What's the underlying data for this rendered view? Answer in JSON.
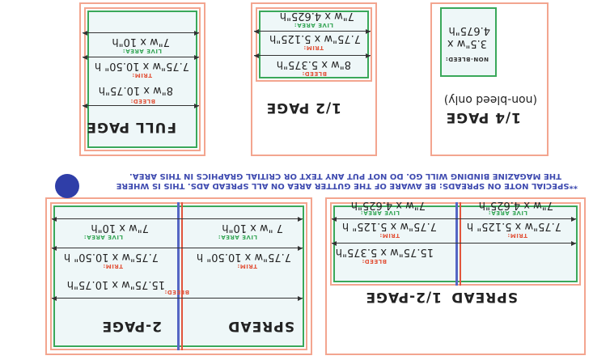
{
  "note": {
    "line1": "**SPECIAL NOTE ON SPREADS: BE AWARE OF THE GUTTER AREA ON ALL SPREAD ADS. THIS IS WHERE",
    "line2": "THE MAGAZINE BINDING WILL GO. DO NOT PUT ANY TEXT OR CRITIAL GRAPHICS IN THIS AREA."
  },
  "full_page": {
    "title": "FULL PAGE",
    "live_dim": "7\"w x 10\"h",
    "live_label": "LIVE AREA:",
    "trim_dim": "7.75\"w x 10.50\" h",
    "trim_label": "TRIM:",
    "bleed_dim": "8\"w x 10.75\"h",
    "bleed_label": "BLEED:"
  },
  "half_page": {
    "title": "1/2 PAGE",
    "live_dim": "7\"w x 4.625\"h",
    "live_label": "LIVE AREA:",
    "trim_dim": "7.75\"w x 5.125\"h",
    "trim_label": "TRIM:",
    "bleed_dim": "8\"w x 5.375\"h",
    "bleed_label": "BLEED:"
  },
  "quarter_page": {
    "title": "1/4 PAGE",
    "subtitle": "(non-bleed only)",
    "dim_w": "3.5\"w x",
    "dim_h": "4.675\"h",
    "label": "NON-BLEED:"
  },
  "spread_2page": {
    "title_left": "2-PAGE",
    "title_right": "SPREAD",
    "left_live_dim": "7\"w x 10\"h",
    "left_live_label": "LIVE AREA:",
    "left_trim_dim": "7.75\"w x 10.50\" h",
    "left_trim_label": "TRIM:",
    "bleed_dim": "15.75\"w x 10.75\"h",
    "bleed_label": "BLEED:",
    "right_live_dim": "7 \"w x 10\"h",
    "right_live_label": "LIVE AREA:",
    "right_trim_dim": "7.75\"w x 10.50\" h",
    "right_trim_label": "TRIM:"
  },
  "spread_half": {
    "title_left": "1/2-PAGE",
    "title_right": "SPREAD",
    "left_live_dim": "7\"w x 4.625\"h",
    "left_live_label": "LIVE AREA:",
    "left_trim_dim": "7.75\"w x 5.125\" h",
    "left_trim_label": "TRIM:",
    "bleed_dim": "15.75\"w x 5.375\"h",
    "bleed_label": "BLEED:",
    "right_live_dim": "7\"w x 4.625\"h",
    "right_live_label": "LIVE AREA:",
    "right_trim_dim": "7.75\"w x 5.125\" h",
    "right_trim_label": "TRIM:"
  }
}
